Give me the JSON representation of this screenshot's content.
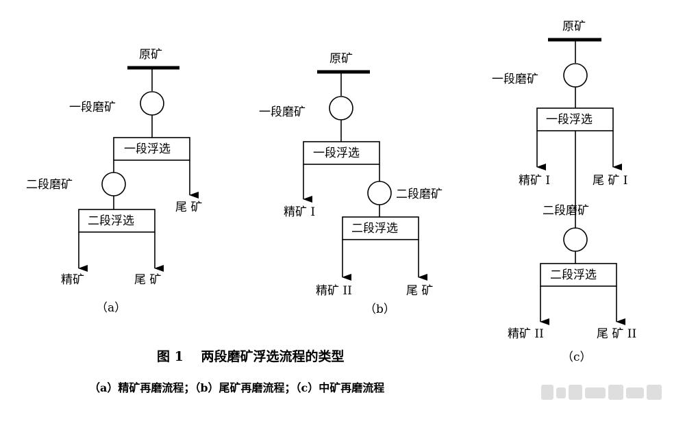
{
  "diagram_a": {
    "raw_ore": "原矿",
    "grind_1": "一段磨矿",
    "float_1": "一段浮选",
    "grind_2": "二段磨矿",
    "tailing_1": "尾 矿",
    "float_2": "二段浮选",
    "concentrate": "精矿",
    "tailing_2": "尾 矿",
    "caption": "（a）"
  },
  "diagram_b": {
    "raw_ore": "原矿",
    "grind_1": "一段磨矿",
    "float_1": "一段浮选",
    "concentrate_1": "精矿 I",
    "grind_2": "二段磨矿",
    "float_2": "二段浮选",
    "concentrate_2": "精矿 II",
    "tailing": "尾 矿",
    "caption": "（b）"
  },
  "diagram_c": {
    "raw_ore": "原矿",
    "grind_1": "一段磨矿",
    "float_1": "一段浮选",
    "concentrate_1": "精矿 I",
    "tailing_1": "尾 矿 I",
    "grind_2": "二段磨矿",
    "float_2": "二段浮选",
    "concentrate_2": "精矿 II",
    "tailing_2": "尾 矿 II",
    "caption": "（c）"
  },
  "figure": {
    "title": "图 1　 两段磨矿浮选流程的类型",
    "subtitle": "（a）精矿再磨流程；（b）尾矿再磨流程；（c）中矿再磨流程"
  }
}
